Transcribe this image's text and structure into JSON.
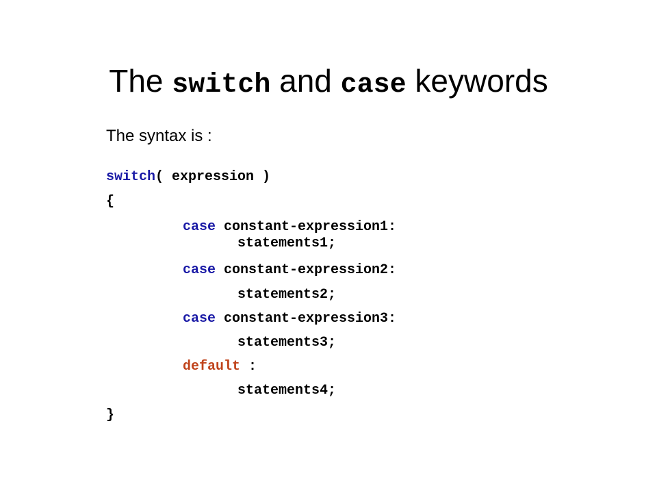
{
  "title": {
    "part1": "The ",
    "kw1": "switch",
    "part2": " and ",
    "kw2": "case",
    "part3": " keywords"
  },
  "intro": "The syntax is :",
  "code": {
    "switch_kw": "switch",
    "switch_rest": "( expression )",
    "open_brace": "{",
    "case1_kw": "case",
    "case1_expr": " constant-expression1:",
    "stmt1": "statements1;",
    "case2_kw": "case",
    "case2_expr": " constant-expression2:",
    "stmt2": "statements2;",
    "case3_kw": "case",
    "case3_expr": " constant-expression3:",
    "stmt3": "statements3;",
    "default_kw": "default",
    "default_rest": " :",
    "stmt4": "statements4;",
    "close_brace": "}"
  },
  "colors": {
    "keyword": "#1a1aa6",
    "default_keyword": "#c0431b",
    "text": "#000000",
    "background": "#ffffff"
  }
}
